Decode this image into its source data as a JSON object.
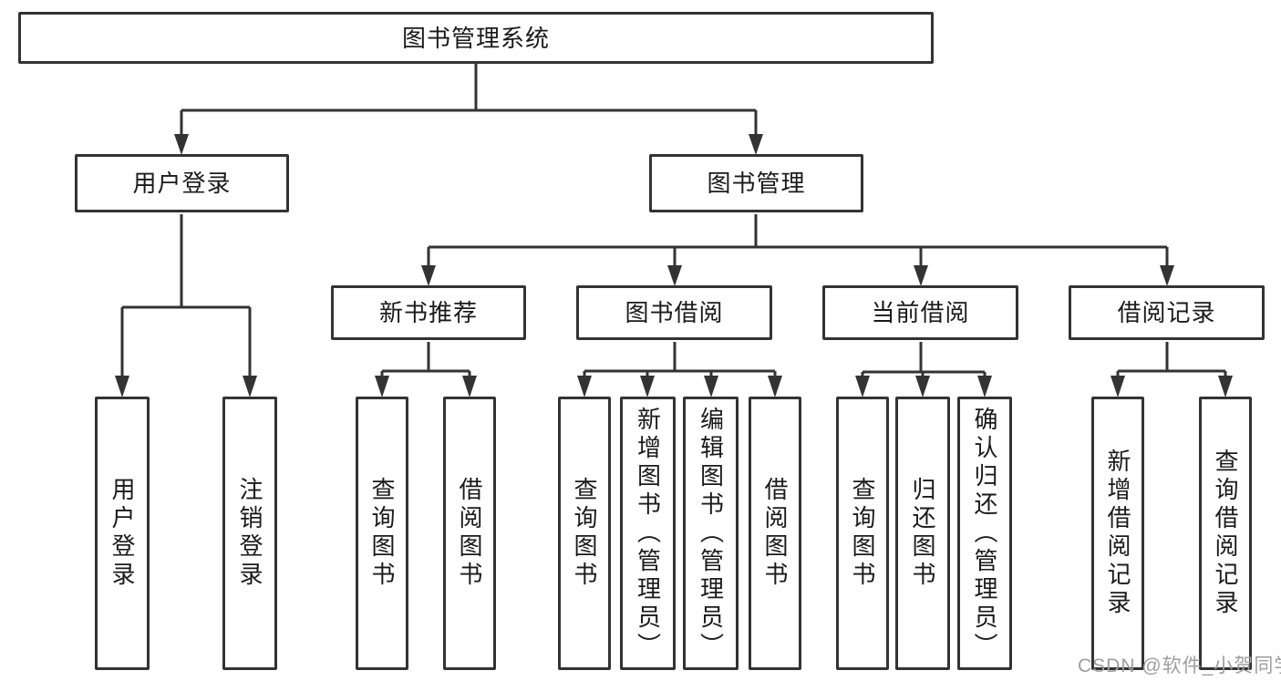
{
  "diagram": {
    "root": {
      "label": "图书管理系统"
    },
    "branches": {
      "user_login": {
        "label": "用户登录",
        "children": {
          "login": "用户登录",
          "logout": "注销登录"
        }
      },
      "book_mgmt": {
        "label": "图书管理",
        "children": {
          "new_books": {
            "label": "新书推荐",
            "children": {
              "query": "查询图书",
              "borrow": "借阅图书"
            }
          },
          "book_borrow": {
            "label": "图书借阅",
            "children": {
              "query": "查询图书",
              "add": "新增图书（管理员）",
              "edit": "编辑图书（管理员）",
              "borrow": "借阅图书"
            }
          },
          "current_borrow": {
            "label": "当前借阅",
            "children": {
              "query": "查询图书",
              "return": "归还图书",
              "confirm": "确认归还（管理员）"
            }
          },
          "borrow_records": {
            "label": "借阅记录",
            "children": {
              "add": "新增借阅记录",
              "query": "查询借阅记录"
            }
          }
        }
      }
    }
  },
  "watermark": {
    "text": "CSDN @软件_小贺同学"
  },
  "colors": {
    "line": "#333333",
    "box_border": "#333333",
    "text": "#1a1a1a",
    "watermark": "#9e9e9e",
    "background": "#ffffff"
  }
}
